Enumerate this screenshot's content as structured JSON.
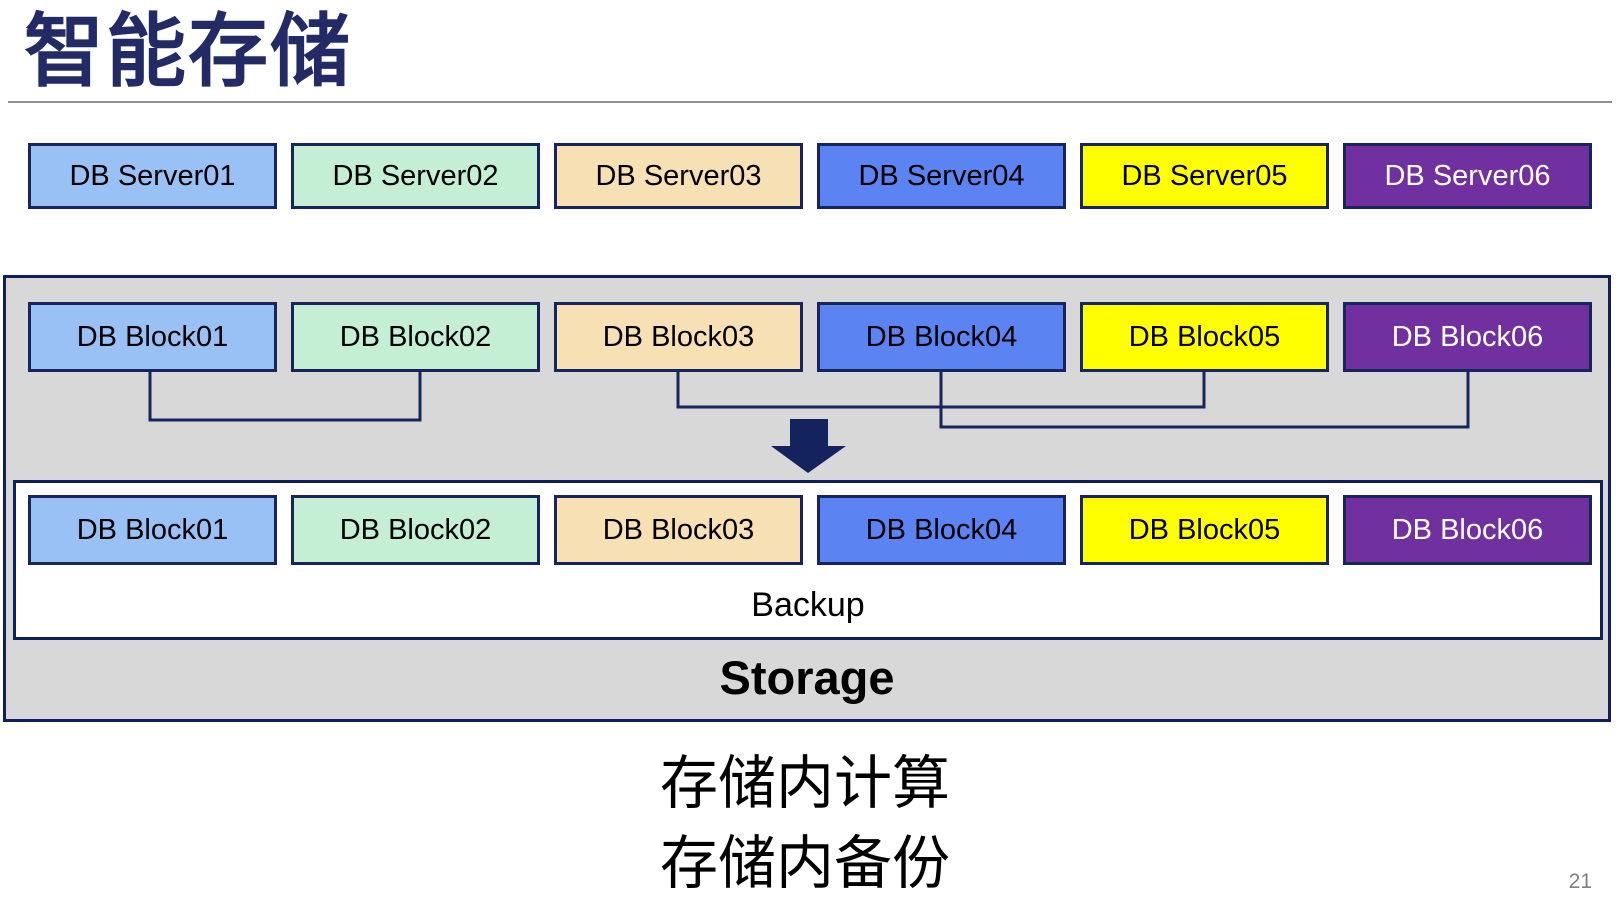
{
  "title": "智能存储",
  "page_number": "21",
  "caption": {
    "line1": "存储内计算",
    "line2": "存储内备份"
  },
  "server_row": {
    "items": [
      {
        "label": "DB Server01",
        "bg": "#99C1F5",
        "fg": "#000000"
      },
      {
        "label": "DB Server02",
        "bg": "#C4EFD5",
        "fg": "#000000"
      },
      {
        "label": "DB Server03",
        "bg": "#F8E0B5",
        "fg": "#000000"
      },
      {
        "label": "DB Server04",
        "bg": "#5B84F2",
        "fg": "#000000"
      },
      {
        "label": "DB Server05",
        "bg": "#FFFF00",
        "fg": "#000000"
      },
      {
        "label": "DB Server06",
        "bg": "#7030A0",
        "fg": "#FFFFFF"
      }
    ]
  },
  "storage_container": {
    "label": "Storage",
    "top_blocks": {
      "items": [
        {
          "label": "DB Block01",
          "bg": "#99C1F5",
          "fg": "#000000"
        },
        {
          "label": "DB Block02",
          "bg": "#C4EFD5",
          "fg": "#000000"
        },
        {
          "label": "DB Block03",
          "bg": "#F8E0B5",
          "fg": "#000000"
        },
        {
          "label": "DB Block04",
          "bg": "#5B84F2",
          "fg": "#000000"
        },
        {
          "label": "DB Block05",
          "bg": "#FFFF00",
          "fg": "#000000"
        },
        {
          "label": "DB Block06",
          "bg": "#7030A0",
          "fg": "#FFFFFF"
        }
      ]
    },
    "backup_box": {
      "label": "Backup",
      "blocks": {
        "items": [
          {
            "label": "DB Block01",
            "bg": "#99C1F5",
            "fg": "#000000"
          },
          {
            "label": "DB Block02",
            "bg": "#C4EFD5",
            "fg": "#000000"
          },
          {
            "label": "DB Block03",
            "bg": "#F8E0B5",
            "fg": "#000000"
          },
          {
            "label": "DB Block04",
            "bg": "#5B84F2",
            "fg": "#000000"
          },
          {
            "label": "DB Block05",
            "bg": "#FFFF00",
            "fg": "#000000"
          },
          {
            "label": "DB Block06",
            "bg": "#7030A0",
            "fg": "#FFFFFF"
          }
        ]
      }
    }
  },
  "connections": [
    {
      "from": "DB Block01",
      "to": "DB Block02"
    },
    {
      "from": "DB Block03",
      "to": "DB Block05"
    },
    {
      "from": "DB Block04",
      "to": "DB Block06"
    }
  ],
  "colors": {
    "title": "#232B66",
    "border_navy": "#16265C",
    "container_bg": "#D8D8D8",
    "arrow": "#12235E",
    "rule_gray": "#909090",
    "page_number_gray": "#808080"
  }
}
